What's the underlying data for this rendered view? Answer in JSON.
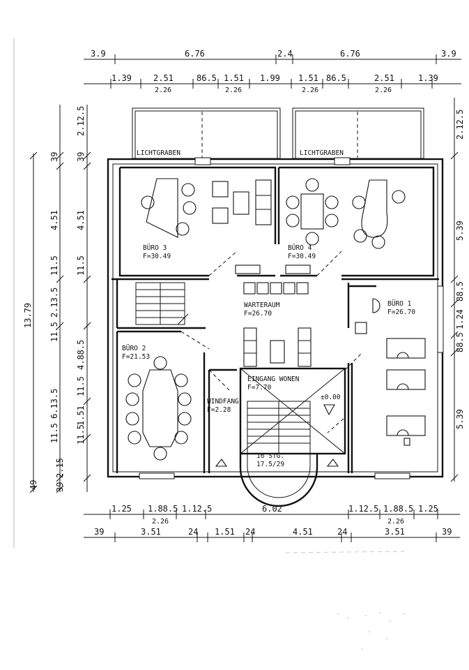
{
  "dimensions": {
    "top_row1": [
      "3.9",
      "6.76",
      "2.4",
      "6.76",
      "3.9"
    ],
    "top_row2": [
      "1.39",
      "2.51",
      "86.5",
      "1.51",
      "1.99",
      "1.51",
      "86.5",
      "2.51",
      "1.39"
    ],
    "top_row2_sub": [
      "2.26",
      "2.26",
      "2.26",
      "2.26"
    ],
    "bottom_row1": [
      "1.25",
      "1.88.5",
      "1.12.5",
      "6.02",
      "1.12.5",
      "1.88.5",
      "1.25"
    ],
    "bottom_row1_sub": [
      "2.26",
      "2.26"
    ],
    "bottom_row2": [
      "39",
      "3.51",
      "24",
      "1.51",
      "24",
      "4.51",
      "24",
      "3.51",
      "39"
    ],
    "left_outer": [
      "13.79"
    ],
    "left_mid": [
      "39",
      "4.51",
      "11.5",
      "2.13.5",
      "11.5",
      "6.13.5",
      "11.5",
      "49"
    ],
    "left_inner": [
      "2.12.5",
      "39",
      "4.51",
      "11.5",
      "4.88.5",
      "11.5",
      "1.51",
      "11.5",
      "2.15",
      "39"
    ],
    "right": [
      "2.12.5",
      "5.39",
      "88.5",
      "1.24",
      "88.5",
      "5.39"
    ]
  },
  "rooms": {
    "lichtgraben_left": "LICHTGRABEN",
    "lichtgraben_right": "LICHTGRABEN",
    "buero3_name": "BÜRO 3",
    "buero3_area": "F=30.49",
    "buero4_name": "BÜRO 4",
    "buero4_area": "F=30.49",
    "warteraum_name": "WARTERAUM",
    "warteraum_area": "F=26.70",
    "buero1_name": "BÜRO 1",
    "buero1_area": "F=26.70",
    "buero2_name": "BÜRO 2",
    "buero2_area": "F=21.53",
    "windfang_name": "WINDFANG",
    "windfang_area": "F=2.28",
    "eingang_name": "EINGANG WONEN",
    "eingang_area": "F=7.70",
    "level": "±0.00",
    "stairs_count": "16 STG.",
    "stairs_ratio": "17.5/29"
  }
}
